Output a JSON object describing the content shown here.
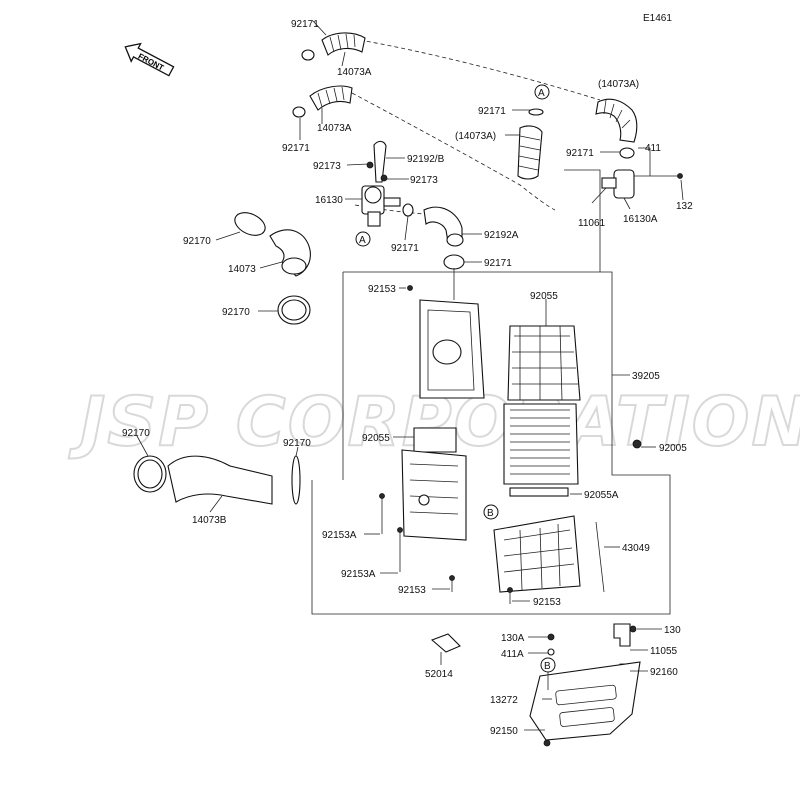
{
  "diagram_code": "E1461",
  "front_label": "FRONT",
  "watermark": "JSP CORPORATION",
  "labels": [
    {
      "id": "92171_a",
      "text": "92171"
    },
    {
      "id": "14073a_a",
      "text": "14073A"
    },
    {
      "id": "14073a_b",
      "text": "14073A"
    },
    {
      "id": "92171_b",
      "text": "92171"
    },
    {
      "id": "92173_a",
      "text": "92173"
    },
    {
      "id": "92192b",
      "text": "92192/B"
    },
    {
      "id": "92173_b",
      "text": "92173"
    },
    {
      "id": "16130",
      "text": "16130"
    },
    {
      "id": "92171_c",
      "text": "92171"
    },
    {
      "id": "92192a",
      "text": "92192A"
    },
    {
      "id": "92171_d",
      "text": "92171"
    },
    {
      "id": "14073a_p1",
      "text": "(14073A)"
    },
    {
      "id": "92171_e",
      "text": "92171"
    },
    {
      "id": "14073a_p2",
      "text": "(14073A)"
    },
    {
      "id": "92171_f",
      "text": "92171"
    },
    {
      "id": "411",
      "text": "411"
    },
    {
      "id": "11061",
      "text": "11061"
    },
    {
      "id": "16130a",
      "text": "16130A"
    },
    {
      "id": "132",
      "text": "132"
    },
    {
      "id": "92170_a",
      "text": "92170"
    },
    {
      "id": "14073",
      "text": "14073"
    },
    {
      "id": "92170_b",
      "text": "92170"
    },
    {
      "id": "92153_a",
      "text": "92153"
    },
    {
      "id": "92055_a",
      "text": "92055"
    },
    {
      "id": "39205",
      "text": "39205"
    },
    {
      "id": "92170_c",
      "text": "92170"
    },
    {
      "id": "92170_d",
      "text": "92170"
    },
    {
      "id": "92055_b",
      "text": "92055"
    },
    {
      "id": "92005",
      "text": "92005"
    },
    {
      "id": "92055a",
      "text": "92055A"
    },
    {
      "id": "14073b",
      "text": "14073B"
    },
    {
      "id": "92153a_a",
      "text": "92153A"
    },
    {
      "id": "43049",
      "text": "43049"
    },
    {
      "id": "92153a_b",
      "text": "92153A"
    },
    {
      "id": "92153_b",
      "text": "92153"
    },
    {
      "id": "92153_c",
      "text": "92153"
    },
    {
      "id": "130a",
      "text": "130A"
    },
    {
      "id": "130",
      "text": "130"
    },
    {
      "id": "411a",
      "text": "411A"
    },
    {
      "id": "11055",
      "text": "11055"
    },
    {
      "id": "52014",
      "text": "52014"
    },
    {
      "id": "92160",
      "text": "92160"
    },
    {
      "id": "13272",
      "text": "13272"
    },
    {
      "id": "92150",
      "text": "92150"
    }
  ],
  "markers": [
    {
      "id": "A_top",
      "text": "A"
    },
    {
      "id": "A_left",
      "text": "A"
    },
    {
      "id": "B_mid",
      "text": "B"
    },
    {
      "id": "B_low",
      "text": "B"
    }
  ]
}
